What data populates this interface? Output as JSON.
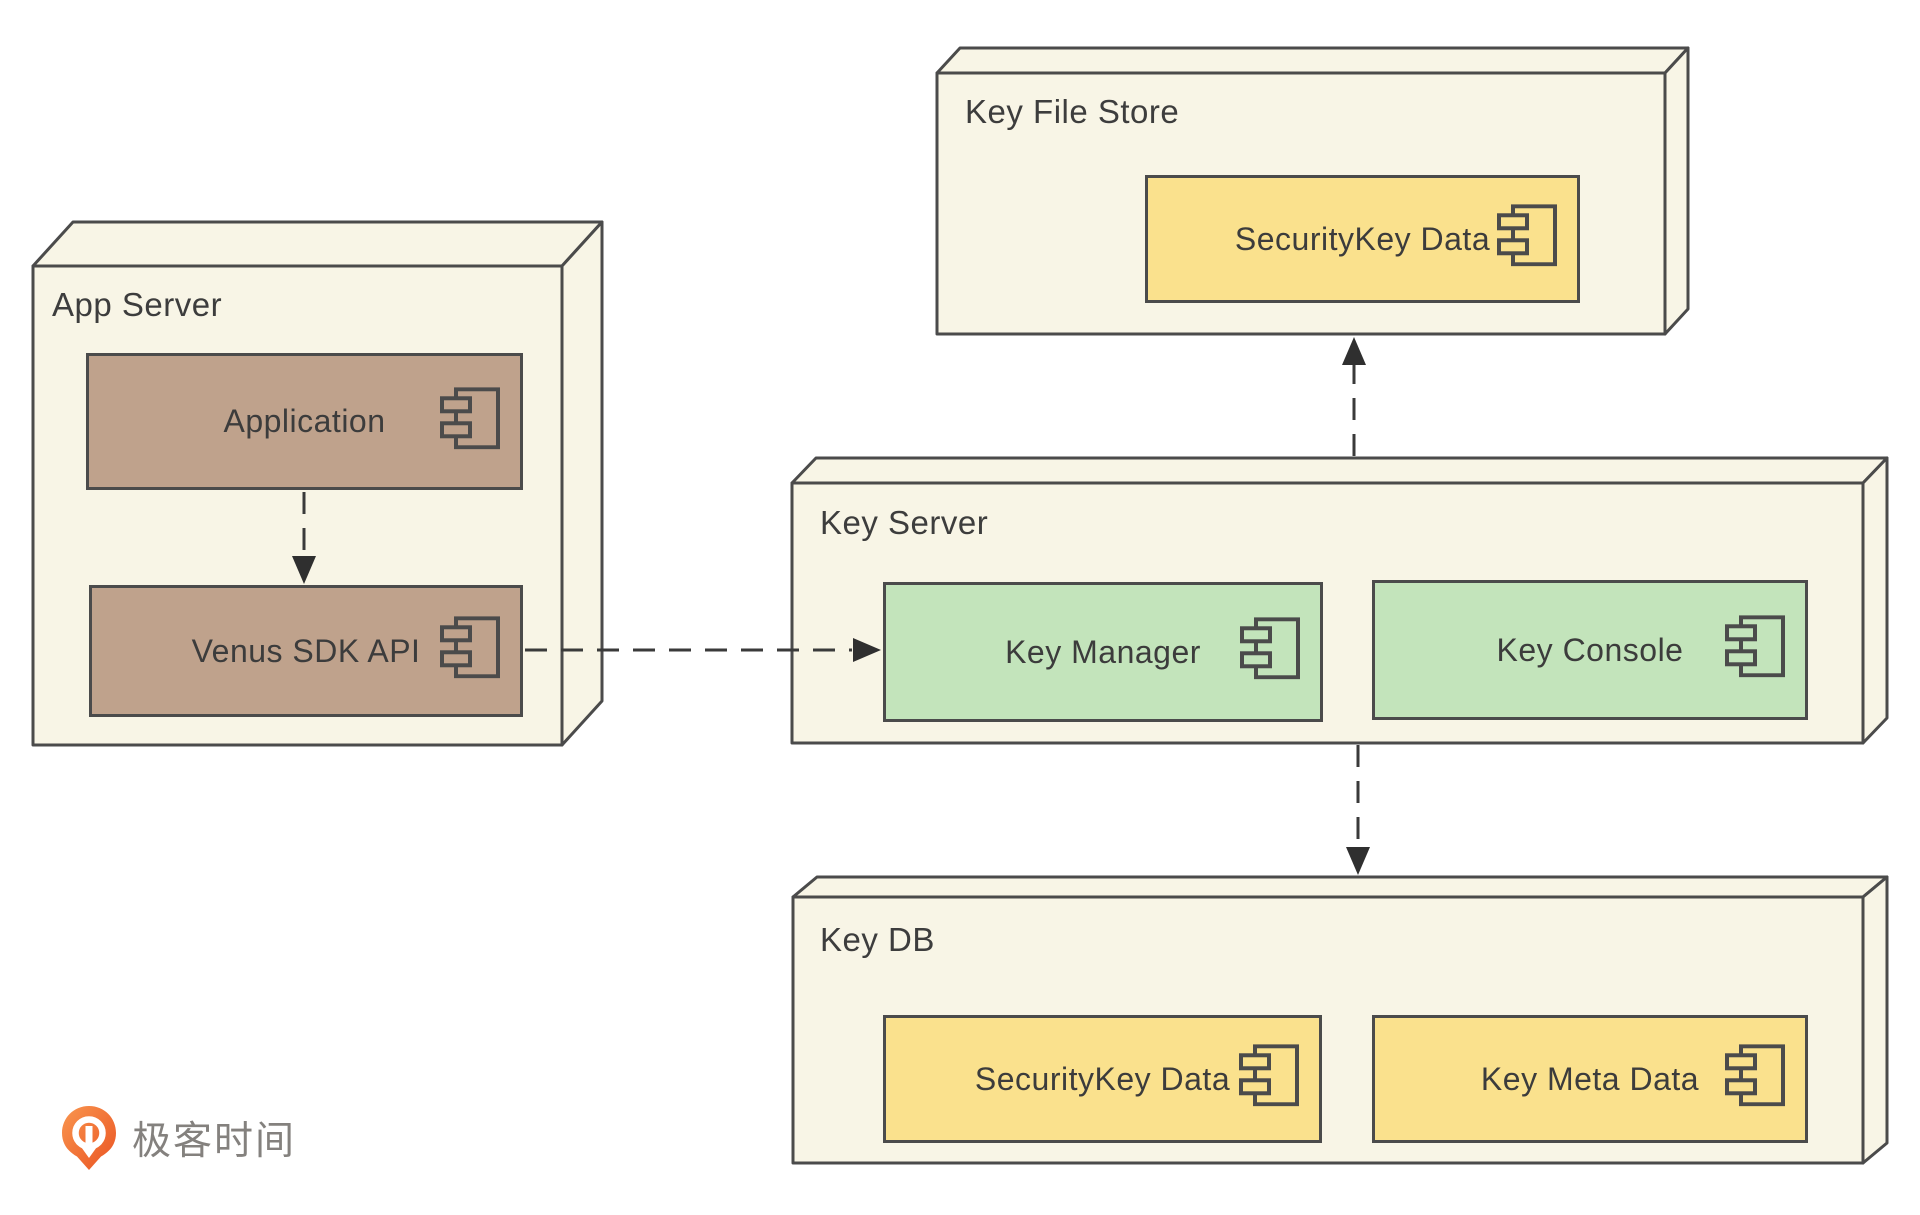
{
  "diagram": {
    "type": "uml-deployment-diagram",
    "nodes": [
      {
        "id": "app-server",
        "title": "App Server"
      },
      {
        "id": "key-file-store",
        "title": "Key File Store"
      },
      {
        "id": "key-server",
        "title": "Key Server"
      },
      {
        "id": "key-db",
        "title": "Key DB"
      }
    ],
    "components": [
      {
        "id": "application",
        "label": "Application",
        "node": "app-server",
        "color": "#bfa28c"
      },
      {
        "id": "venus-sdk-api",
        "label": "Venus SDK API",
        "node": "app-server",
        "color": "#bfa28c"
      },
      {
        "id": "securitykey-data-file",
        "label": "SecurityKey Data",
        "node": "key-file-store",
        "color": "#fae18d"
      },
      {
        "id": "key-manager",
        "label": "Key Manager",
        "node": "key-server",
        "color": "#c3e4bb"
      },
      {
        "id": "key-console",
        "label": "Key Console",
        "node": "key-server",
        "color": "#c3e4bb"
      },
      {
        "id": "securitykey-data-db",
        "label": "SecurityKey Data",
        "node": "key-db",
        "color": "#fae18d"
      },
      {
        "id": "key-meta-data",
        "label": "Key Meta Data",
        "node": "key-db",
        "color": "#fae18d"
      }
    ],
    "connections": [
      {
        "from": "application",
        "to": "venus-sdk-api",
        "style": "dashed",
        "arrow": "filled-triangle"
      },
      {
        "from": "venus-sdk-api",
        "to": "key-manager",
        "style": "dashed",
        "arrow": "filled-triangle"
      },
      {
        "from": "key-server",
        "to": "key-file-store",
        "style": "dashed",
        "arrow": "filled-triangle"
      },
      {
        "from": "key-server",
        "to": "key-db",
        "style": "dashed",
        "arrow": "filled-triangle"
      }
    ],
    "colors": {
      "background": "#ffffff",
      "node_fill": "#f8f5e6",
      "node_border": "#4b4b4b",
      "component_brown": "#bfa28c",
      "component_green": "#c3e4bb",
      "component_yellow": "#fae18d",
      "arrow": "#3a3a3a",
      "text": "#3d3d3d",
      "logo_orange": "#ee6830",
      "logo_text_gray": "#84817e"
    }
  },
  "footer": {
    "logo_text": "极客时间"
  }
}
